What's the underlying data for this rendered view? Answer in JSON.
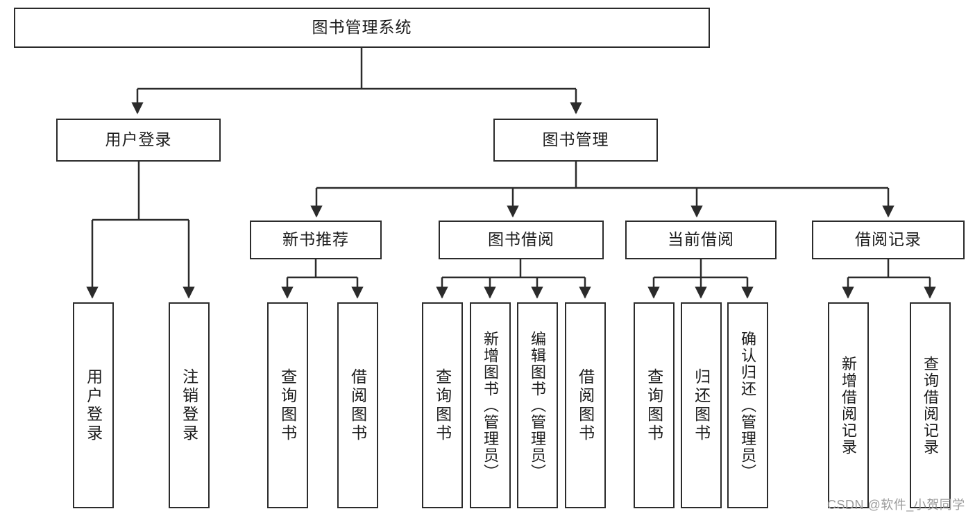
{
  "diagram": {
    "title": "图书管理系统",
    "levels": {
      "root": {
        "label": "图书管理系统"
      },
      "level2": [
        {
          "label": "用户登录"
        },
        {
          "label": "图书管理"
        }
      ],
      "level3": [
        {
          "label": "新书推荐"
        },
        {
          "label": "图书借阅"
        },
        {
          "label": "当前借阅"
        },
        {
          "label": "借阅记录"
        }
      ],
      "leaves": [
        {
          "label": "用户登录"
        },
        {
          "label": "注销登录"
        },
        {
          "label": "查询图书"
        },
        {
          "label": "借阅图书"
        },
        {
          "label": "查询图书"
        },
        {
          "label": "新增图书（管理员）"
        },
        {
          "label": "编辑图书（管理员）"
        },
        {
          "label": "借阅图书"
        },
        {
          "label": "查询图书"
        },
        {
          "label": "归还图书"
        },
        {
          "label": "确认归还（管理员）"
        },
        {
          "label": "新增借阅记录"
        },
        {
          "label": "查询借阅记录"
        }
      ]
    }
  },
  "watermark": {
    "text": "CSDN @软件_小贺同学"
  },
  "colors": {
    "stroke": "#2b2b2b",
    "text": "#1c1c1c",
    "background": "#ffffff",
    "watermark": "#9a9a9a"
  }
}
